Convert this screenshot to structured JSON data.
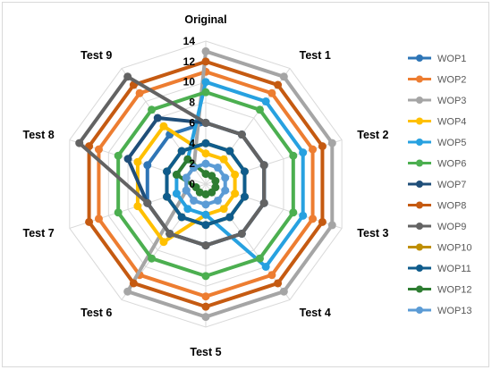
{
  "chart_data": {
    "type": "radar",
    "categories": [
      "Original",
      "Test 1",
      "Test 2",
      "Test 3",
      "Test 4",
      "Test 5",
      "Test 6",
      "Test 7",
      "Test 8",
      "Test 9"
    ],
    "rmin": 0,
    "rmax": 14,
    "rticks": [
      "0",
      "2",
      "4",
      "6",
      "8",
      "10",
      "12",
      "14"
    ],
    "legend_position": "right",
    "series": [
      {
        "name": "WOP1",
        "color": "#2e75b6",
        "values": [
          6,
          6,
          6,
          6,
          6,
          6,
          6,
          6,
          6,
          6
        ]
      },
      {
        "name": "WOP2",
        "color": "#ed7d31",
        "values": [
          11,
          11,
          11,
          11,
          11,
          11,
          11,
          11,
          11,
          11
        ]
      },
      {
        "name": "WOP3",
        "color": "#a5a5a5",
        "values": [
          13,
          13,
          13,
          13,
          13,
          13,
          13,
          2,
          2,
          2
        ]
      },
      {
        "name": "WOP4",
        "color": "#ffc000",
        "values": [
          3,
          3,
          3,
          3,
          3,
          3,
          7,
          7,
          7,
          7
        ]
      },
      {
        "name": "WOP5",
        "color": "#27a1e0",
        "values": [
          10,
          10,
          10,
          10,
          10,
          3,
          3,
          3,
          3,
          3
        ]
      },
      {
        "name": "WOP6",
        "color": "#4caf50",
        "values": [
          9,
          9,
          9,
          9,
          9,
          9,
          9,
          9,
          9,
          9
        ]
      },
      {
        "name": "WOP7",
        "color": "#1f4e79",
        "values": [
          6,
          6,
          6,
          6,
          6,
          6,
          6,
          6,
          8,
          8
        ]
      },
      {
        "name": "WOP8",
        "color": "#c55a11",
        "values": [
          12,
          12,
          12,
          12,
          12,
          12,
          12,
          12,
          12,
          12
        ]
      },
      {
        "name": "WOP9",
        "color": "#636363",
        "values": [
          6,
          6,
          6,
          6,
          6,
          6,
          6,
          6,
          13,
          13
        ]
      },
      {
        "name": "WOP10",
        "color": "#bf8f00",
        "values": [
          4,
          4,
          4,
          4,
          4,
          4,
          4,
          4,
          4,
          4
        ]
      },
      {
        "name": "WOP11",
        "color": "#0f5c8c",
        "values": [
          4,
          4,
          4,
          4,
          4,
          4,
          4,
          4,
          4,
          4
        ]
      },
      {
        "name": "WOP12",
        "color": "#2e7d32",
        "values": [
          1,
          1,
          1,
          1,
          1,
          1,
          1,
          1,
          3,
          3
        ]
      },
      {
        "name": "WOP13",
        "color": "#5b9bd5",
        "values": [
          2,
          2,
          2,
          2,
          2,
          2,
          2,
          2,
          2,
          2
        ]
      }
    ]
  }
}
